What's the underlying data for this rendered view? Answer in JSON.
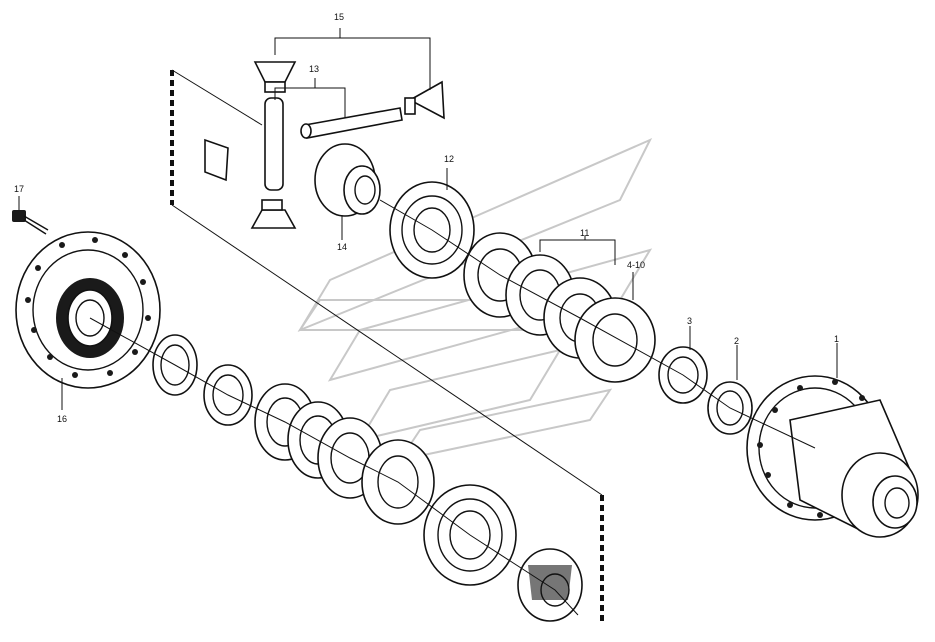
{
  "diagram": {
    "callouts": {
      "c1": "1",
      "c2": "2",
      "c3": "3",
      "c4_10": "4-10",
      "c11": "11",
      "c12": "12",
      "c13": "13",
      "c14": "14",
      "c15": "15",
      "c16": "16",
      "c17": "17"
    }
  }
}
